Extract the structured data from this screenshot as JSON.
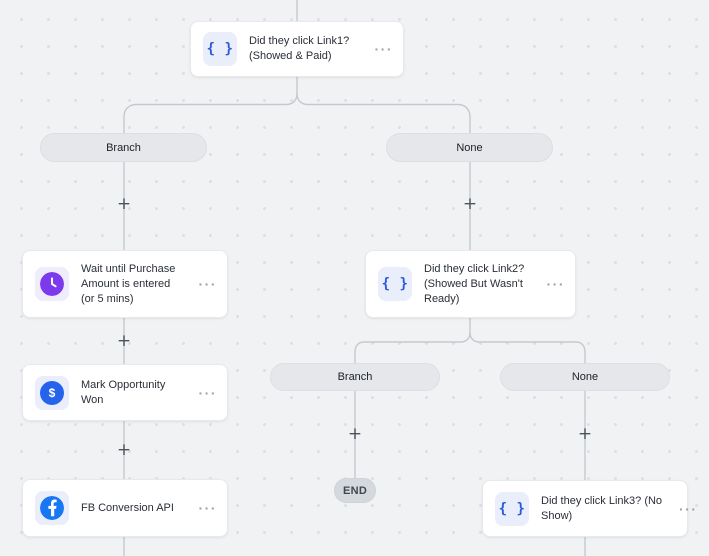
{
  "canvas": {
    "background": "#f1f2f4",
    "dot_color": "#dbdee2",
    "connector_color": "#c5c9cf"
  },
  "icons": {
    "braces_glyph": "{ }",
    "dollar_glyph": "$",
    "menu_dots": "···",
    "plus_glyph": "+"
  },
  "colors": {
    "braces_blue": "#2b59d8",
    "clock_purple": "#7c3aed",
    "dollar_blue": "#2563eb",
    "facebook_blue": "#1877f2"
  },
  "nodes": {
    "link1": {
      "label": "Did they click Link1? (Showed & Paid)"
    },
    "wait": {
      "label": "Wait until Purchase Amount is entered (or 5 mins)"
    },
    "mark_won": {
      "label": "Mark Opportunity Won"
    },
    "fb_api": {
      "label": "FB Conversion API"
    },
    "link2": {
      "label": "Did they click Link2? (Showed But Wasn't Ready)"
    },
    "link3": {
      "label": "Did they click Link3? (No Show)"
    }
  },
  "pills": {
    "branch1": {
      "label": "Branch"
    },
    "none1": {
      "label": "None"
    },
    "branch2": {
      "label": "Branch"
    },
    "none2": {
      "label": "None"
    },
    "end": {
      "label": "END"
    }
  }
}
